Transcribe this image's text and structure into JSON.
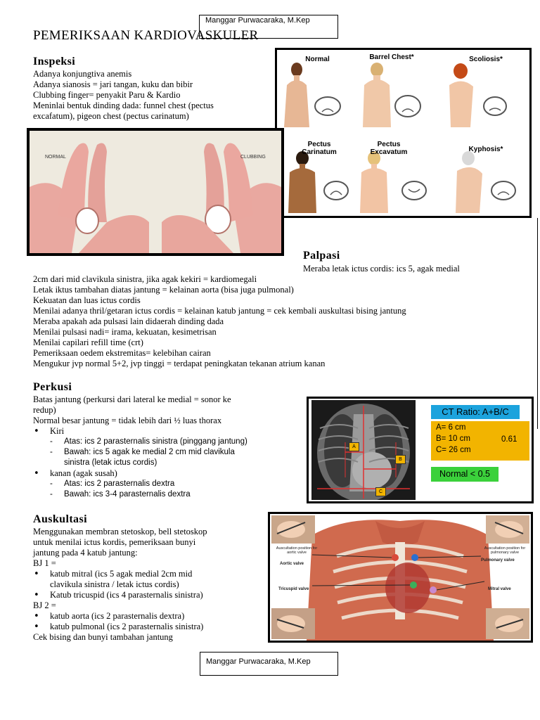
{
  "header_author": "Manggar Purwacaraka, M.Kep",
  "footer_author": "Manggar Purwacaraka, M.Kep",
  "title": "PEMERIKSAAN KARDIOVASKULER",
  "inspeksi": {
    "heading": "Inspeksi",
    "lines": [
      "Adanya konjungtiva anemis",
      "Adanya sianosis = jari tangan, kuku dan bibir",
      "Clubbing finger= penyakit Paru & Kardio",
      "Meninlai bentuk dinding dada: funnel chest (pectus",
      "excafatum), pigeon chest (pectus carinatum)"
    ]
  },
  "chest_shapes": {
    "labels": [
      "Normal",
      "Barrel Chest*",
      "Scoliosis*",
      "Pectus Carinatum",
      "Pectus Excavatum",
      "Kyphosis*"
    ]
  },
  "fingers": {
    "left_label": "NORMAL",
    "right_label": "CLUBBING"
  },
  "palpasi": {
    "heading": "Palpasi",
    "first_line": "Meraba letak ictus cordis: ics 5, agak medial",
    "lines": [
      "2cm dari mid clavikula sinistra, jika agak kekiri = kardiomegali",
      "Letak iktus tambahan diatas jantung = kelainan aorta (bisa juga pulmonal)",
      "Kekuatan dan luas ictus cordis",
      "Menilai adanya thril/getaran ictus cordis = kelainan katub jantung = cek kembali auskultasi bising jantung",
      "Meraba apakah ada pulsasi lain didaerah dinding dada",
      "Menilai pulsasi nadi= irama, kekuatan, kesimetrisan",
      "Menilai capilari refill time (crt)",
      "Pemeriksaan oedem ekstremitas= kelebihan cairan",
      "Mengukur jvp normal 5+2, jvp tinggi = terdapat peningkatan tekanan atrium kanan"
    ]
  },
  "perkusi": {
    "heading": "Perkusi",
    "lines": [
      "Batas jantung (perkursi dari lateral ke medial = sonor ke",
      "redup)",
      "Normal besar jantung = tidak lebih dari ½ luas thorax"
    ],
    "kiri": "Kiri",
    "kiri_items": [
      "Atas: ics 2 parasternalis sinistra (pinggang jantung)",
      "Bawah: ics 5 agak ke medial 2 cm mid clavikula",
      "sinistra (letak ictus cordis)"
    ],
    "kanan": "kanan (agak susah)",
    "kanan_items": [
      "Atas: ics 2 parasternalis dextra",
      "Bawah: ics 3-4 parasternalis dextra"
    ]
  },
  "ct_ratio": {
    "title": "CT Ratio: A+B/C",
    "a": "A= 6 cm",
    "b": "B= 10 cm",
    "c": "C= 26 cm",
    "value": "0.61",
    "normal": "Normal < 0.5",
    "marker_a": "A",
    "marker_b": "B",
    "marker_c": "C"
  },
  "auskultasi": {
    "heading": "Auskultasi",
    "intro": [
      "Menggunakan membran stetoskop, bell stetoskop",
      "untuk menilai ictus kordis, pemeriksaan bunyi",
      "jantung pada 4 katub jantung:"
    ],
    "bj1": "BJ 1 =",
    "bj1_items": [
      "katub mitral (ics 5 agak medial 2cm mid",
      "clavikula sinistra / letak ictus cordis)",
      "Katub tricuspid (ics 4 parasternalis sinistra)"
    ],
    "bj2": "BJ 2 =",
    "bj2_items": [
      "katub aorta (ics 2 parasternalis dextra)",
      "katub pulmonal (ics 2 parasternalis sinistra)"
    ],
    "closing": "Cek bising dan bunyi tambahan jantung"
  },
  "valves": {
    "aortic_position": "Auscultation position for aortic valve",
    "pulmonary_position": "Auscultation position for pulmonary valve",
    "aortic": "Aortic valve",
    "pulmonary": "Pulmonary valve",
    "tricuspid": "Tricuspid valve",
    "mitral": "Mitral valve"
  },
  "colors": {
    "aortic_dot": "#d94a3a",
    "pulmonary_dot": "#2a6fd1",
    "tricuspid_dot": "#3cae5a",
    "mitral_dot": "#c98ad0",
    "ct_title_bg": "#1ca3dd",
    "ct_values_bg": "#f2b400",
    "ct_normal_bg": "#3bd13b"
  }
}
